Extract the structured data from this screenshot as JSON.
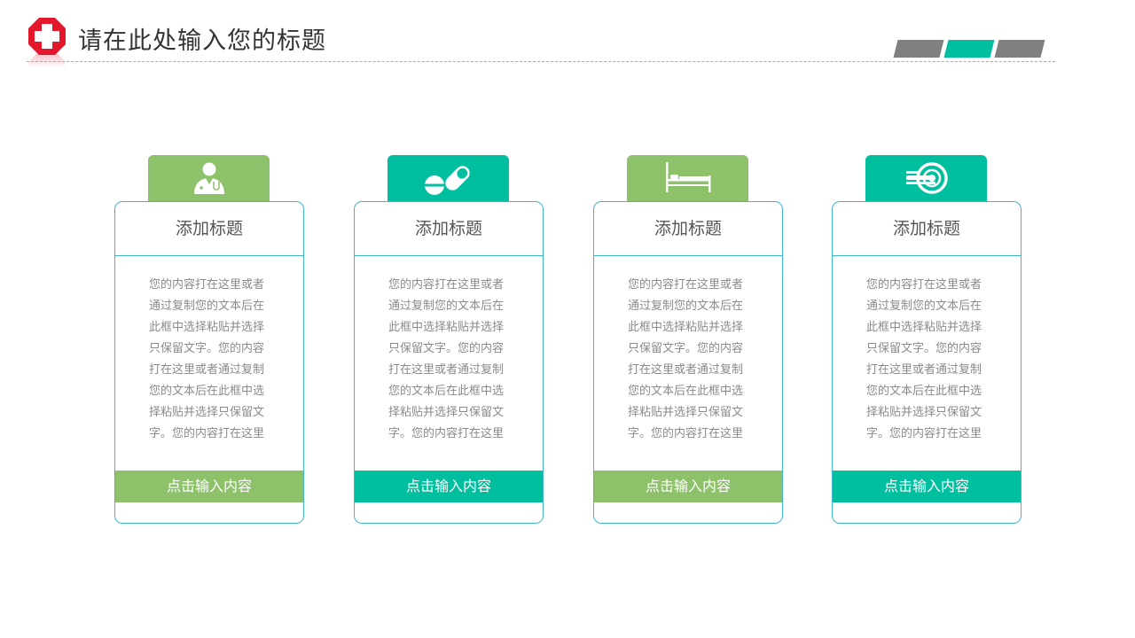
{
  "header": {
    "title": "请在此处输入您的标题",
    "logo_icon": "red-cross-icon",
    "logo_color": "#e3182d"
  },
  "colors": {
    "green": "#8dc26a",
    "teal": "#00bf9f",
    "gray": "#808080",
    "border": "#3fb7c8"
  },
  "cards": [
    {
      "icon": "doctor-icon",
      "color": "green",
      "title": "添加标题",
      "body": "您的内容打在这里或者通过复制您的文本后在此框中选择粘贴并选择只保留文字。您的内容打在这里或者通过复制您的文本后在此框中选择粘贴并选择只保留文字。您的内容打在这里",
      "button": "点击输入内容"
    },
    {
      "icon": "pills-icon",
      "color": "teal",
      "title": "添加标题",
      "body": "您的内容打在这里或者通过复制您的文本后在此框中选择粘贴并选择只保留文字。您的内容打在这里或者通过复制您的文本后在此框中选择粘贴并选择只保留文字。您的内容打在这里",
      "button": "点击输入内容"
    },
    {
      "icon": "hospital-bed-icon",
      "color": "green",
      "title": "添加标题",
      "body": "您的内容打在这里或者通过复制您的文本后在此框中选择粘贴并选择只保留文字。您的内容打在这里或者通过复制您的文本后在此框中选择粘贴并选择只保留文字。您的内容打在这里",
      "button": "点击输入内容"
    },
    {
      "icon": "mri-scanner-icon",
      "color": "teal",
      "title": "添加标题",
      "body": "您的内容打在这里或者通过复制您的文本后在此框中选择粘贴并选择只保留文字。您的内容打在这里或者通过复制您的文本后在此框中选择粘贴并选择只保留文字。您的内容打在这里",
      "button": "点击输入内容"
    }
  ]
}
